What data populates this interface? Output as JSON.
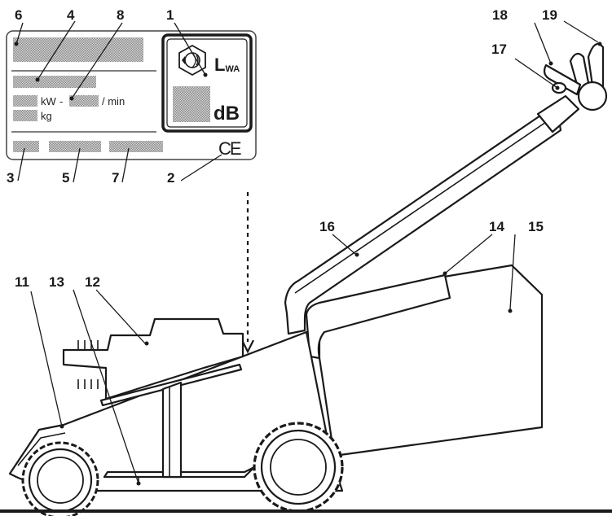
{
  "plate": {
    "kw": "kW",
    "per_min": "/ min",
    "kg": "kg",
    "lwa_l": "L",
    "lwa_sub": "WA",
    "db": "dB",
    "ce": "CE"
  },
  "callouts": {
    "c1": "1",
    "c2": "2",
    "c3": "3",
    "c4": "4",
    "c5": "5",
    "c6": "6",
    "c7": "7",
    "c8": "8",
    "c11": "11",
    "c12": "12",
    "c13": "13",
    "c14": "14",
    "c15": "15",
    "c16": "16",
    "c17": "17",
    "c18": "18",
    "c19": "19"
  }
}
